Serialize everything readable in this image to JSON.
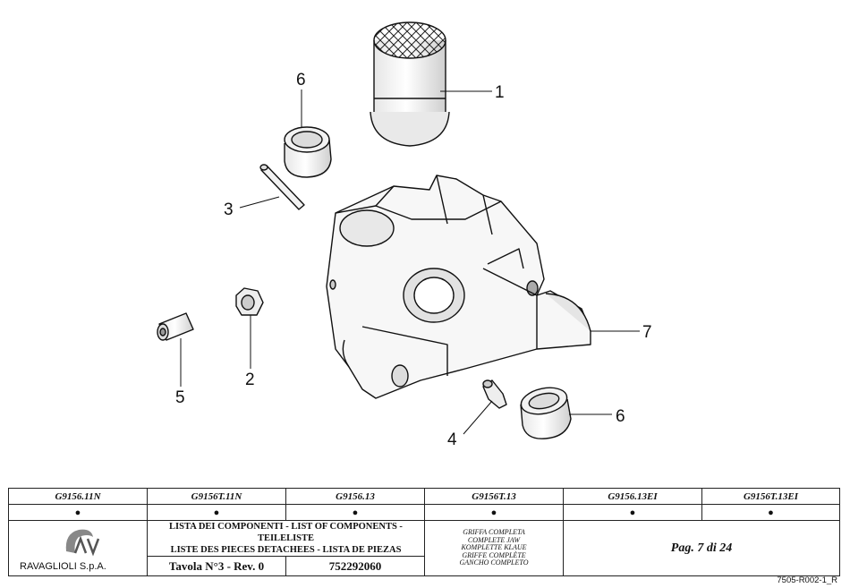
{
  "callouts": [
    {
      "id": "c1",
      "label": "1"
    },
    {
      "id": "c6a",
      "label": "6"
    },
    {
      "id": "c3",
      "label": "3"
    },
    {
      "id": "c2",
      "label": "2"
    },
    {
      "id": "c5",
      "label": "5"
    },
    {
      "id": "c7",
      "label": "7"
    },
    {
      "id": "c4",
      "label": "4"
    },
    {
      "id": "c6b",
      "label": "6"
    }
  ],
  "models": [
    {
      "code": "G9156.11N",
      "mark": "●"
    },
    {
      "code": "G9156T.11N",
      "mark": "●"
    },
    {
      "code": "G9156.13",
      "mark": "●"
    },
    {
      "code": "G9156T.13",
      "mark": "●"
    },
    {
      "code": "G9156.13EI",
      "mark": "●"
    },
    {
      "code": "G9156T.13EI",
      "mark": "●"
    }
  ],
  "company": "RAVAGLIOLI S.p.A.",
  "list_title_line1": "LISTA DEI COMPONENTI - LIST OF COMPONENTS - TEILELISTE",
  "list_title_line2": "LISTE DES PIECES DETACHEES - LISTA DE PIEZAS",
  "table_rev": "Tavola N°3 - Rev. 0",
  "part_number": "752292060",
  "description": [
    "GRIFFA COMPLETA",
    "COMPLETE JAW",
    "KOMPLETTE KLAUE",
    "GRIFFE COMPLÈTE",
    "GANCHO COMPLETO"
  ],
  "page": "Pag. 7 di 24",
  "doc_ref": "7505-R002-1_R"
}
